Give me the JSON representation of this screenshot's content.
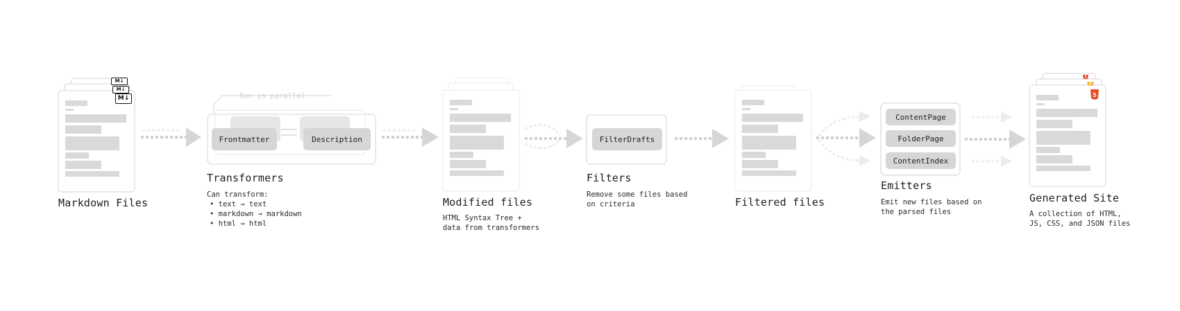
{
  "stages": {
    "markdown": {
      "title": "Markdown Files",
      "badge": "M↓"
    },
    "transformers": {
      "title": "Transformers",
      "parallel_label": "Run in parallel",
      "plugins": [
        "Frontmatter",
        "Description"
      ],
      "desc_heading": "Can transform:",
      "desc_items": [
        "• text → text",
        "• markdown → markdown",
        "• html → html"
      ]
    },
    "modified": {
      "title": "Modified files",
      "desc": [
        "HTML Syntax Tree +",
        "data from transformers"
      ]
    },
    "filters": {
      "title": "Filters",
      "plugins": [
        "FilterDrafts"
      ],
      "desc": [
        "Remove some files based",
        "on criteria"
      ]
    },
    "filtered": {
      "title": "Filtered files"
    },
    "emitters": {
      "title": "Emitters",
      "plugins": [
        "ContentPage",
        "FolderPage",
        "ContentIndex"
      ],
      "desc": [
        "Emit new files based on",
        "the parsed files"
      ]
    },
    "generated": {
      "title": "Generated Site",
      "badge": "5",
      "desc": [
        "A collection of HTML,",
        "JS, CSS, and JSON files"
      ]
    }
  },
  "colors": {
    "doc_border": "#d4d4d4",
    "doc_bar": "#d9d9d9",
    "pill": "#d6d6d6",
    "arrow": "#cfcfcf",
    "faint": "#e6e6e6"
  }
}
